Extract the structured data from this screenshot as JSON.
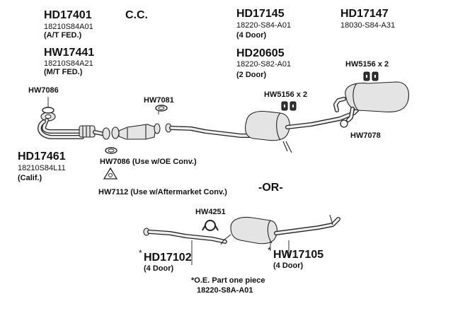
{
  "cc_label": "C.C.",
  "or_label": "-OR-",
  "parts": {
    "hd17401": {
      "number": "HD17401",
      "oe": "18210S84A01",
      "note": "(A/T FED.)"
    },
    "hw17441": {
      "number": "HW17441",
      "oe": "18210S84A21",
      "note": "(M/T FED.)"
    },
    "hd17145": {
      "number": "HD17145",
      "oe": "18220-S84-A01",
      "note": "(4 Door)"
    },
    "hd20605": {
      "number": "HD20605",
      "oe": "18220-S82-A01",
      "note": "(2 Door)"
    },
    "hd17147": {
      "number": "HD17147",
      "oe": "18030-S84-A31"
    },
    "hd17461": {
      "number": "HD17461",
      "oe": "18210S84L11",
      "note": "(Calif.)"
    },
    "hd17102": {
      "number": "HD17102",
      "prefix": "*",
      "note": "(4 Door)"
    },
    "hw17105": {
      "number": "HW17105",
      "prefix": "*",
      "note": "(4 Door)"
    }
  },
  "callouts": {
    "hw7086_top": "HW7086",
    "hw7081": "HW7081",
    "hw5156_mid": "HW5156 x 2",
    "hw5156_right": "HW5156 x 2",
    "hw7078": "HW7078",
    "hw7086_oe": "HW7086 (Use w/OE Conv.)",
    "hw7112": "HW7112 (Use w/Aftermarket Conv.)",
    "hw4251": "HW4251"
  },
  "footnote": {
    "line1": "*O.E. Part one piece",
    "line2": "18220-S8A-A01"
  }
}
